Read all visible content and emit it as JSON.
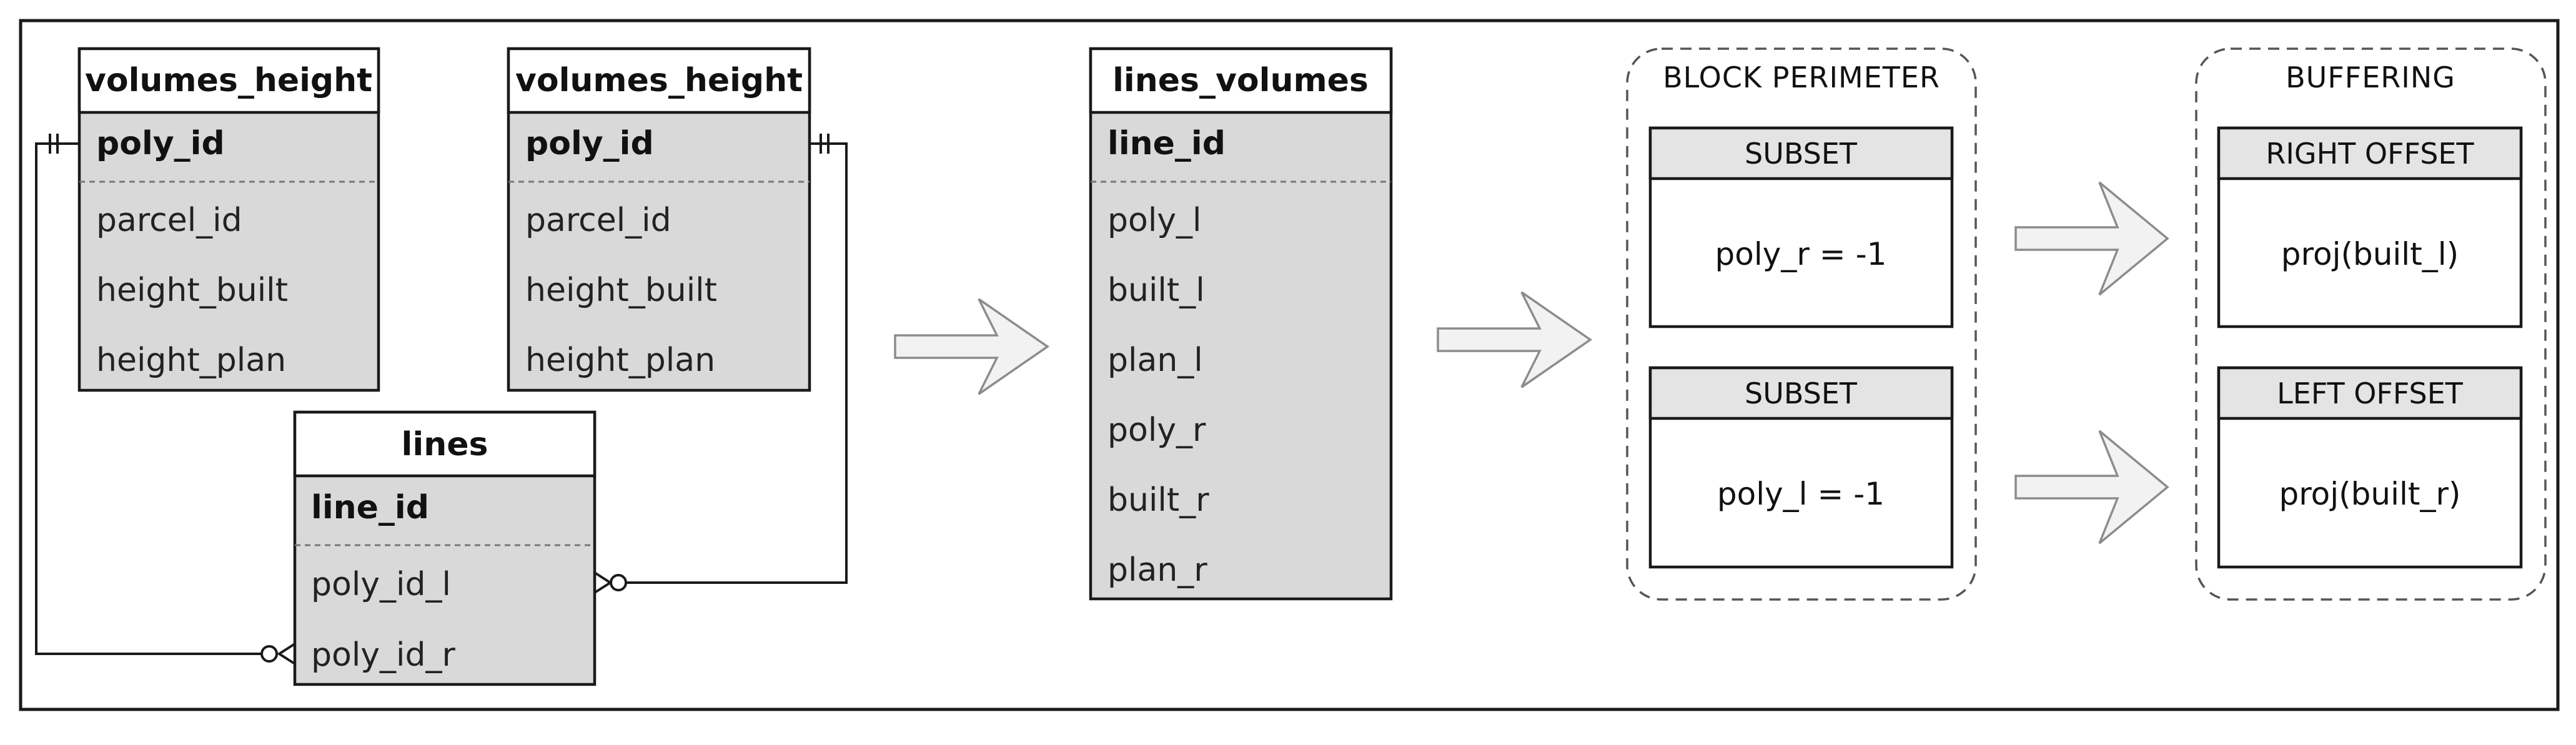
{
  "tables": {
    "left_volumes": {
      "name": "volumes_height",
      "key": "poly_id",
      "fields": [
        "parcel_id",
        "height_built",
        "height_plan"
      ]
    },
    "right_volumes": {
      "name": "volumes_height",
      "key": "poly_id",
      "fields": [
        "parcel_id",
        "height_built",
        "height_plan"
      ]
    },
    "lines": {
      "name": "lines",
      "key": "line_id",
      "fields": [
        "poly_id_l",
        "poly_id_r"
      ]
    },
    "lines_volumes": {
      "name": "lines_volumes",
      "key": "line_id",
      "fields": [
        "poly_l",
        "built_l",
        "plan_l",
        "poly_r",
        "built_r",
        "plan_r"
      ]
    }
  },
  "groups": {
    "block_perimeter": {
      "title": "BLOCK PERIMETER",
      "boxes": [
        {
          "header": "SUBSET",
          "body": "poly_r = -1"
        },
        {
          "header": "SUBSET",
          "body": "poly_l = -1"
        }
      ]
    },
    "buffering": {
      "title": "BUFFERING",
      "boxes": [
        {
          "header": "RIGHT OFFSET",
          "body": "proj(built_l)"
        },
        {
          "header": "LEFT OFFSET",
          "body": "proj(built_r)"
        }
      ]
    }
  },
  "colors": {
    "table_fill": "#d9d9d9",
    "header_fill": "#e4e4e4",
    "line": "#1a1a1a",
    "arrow_fill": "#f2f2f2",
    "arrow_stroke": "#8c8c8c"
  },
  "icons": {
    "flow_arrow": "hollow-right-arrow-icon",
    "one_mandatory": "crow-foot-one-mandatory-icon",
    "zero_or_many": "crow-foot-zero-or-many-icon"
  }
}
